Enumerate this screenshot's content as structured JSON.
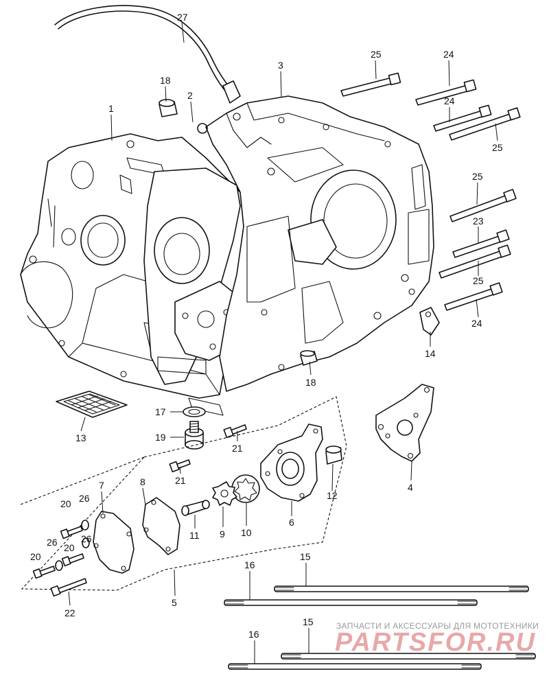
{
  "callouts": {
    "c1": "1",
    "c2": "2",
    "c3": "3",
    "c4": "4",
    "c5": "5",
    "c6": "6",
    "c7": "7",
    "c8": "8",
    "c9": "9",
    "c10": "10",
    "c11": "11",
    "c12": "12",
    "c13": "13",
    "c14": "14",
    "c15a": "15",
    "c15b": "15",
    "c16a": "16",
    "c16b": "16",
    "c17": "17",
    "c18a": "18",
    "c18b": "18",
    "c19": "19",
    "c20a": "20",
    "c20b": "20",
    "c20c": "20",
    "c21a": "21",
    "c21b": "21",
    "c22": "22",
    "c23": "23",
    "c24a": "24",
    "c24b": "24",
    "c24c": "24",
    "c25a": "25",
    "c25b": "25",
    "c25c": "25",
    "c25d": "25",
    "c26a": "26",
    "c26b": "26",
    "c26c": "26",
    "c27": "27"
  },
  "watermark": {
    "tagline": "ЗАПЧАСТИ И АКСЕССУАРЫ ДЛЯ МОТОТЕХНИКИ",
    "brand": "PARTSFOR.RU"
  },
  "colors": {
    "line": "#111111",
    "background": "#ffffff",
    "watermark_brand": "#e8a8a8",
    "watermark_text": "#9a9a9a"
  }
}
